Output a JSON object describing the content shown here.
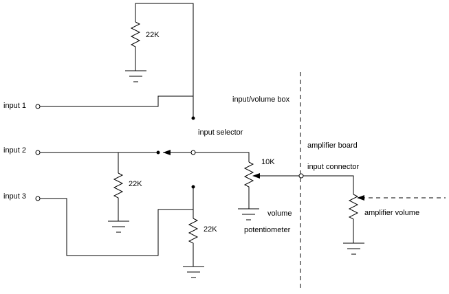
{
  "labels": {
    "input_1": "input 1",
    "input_2": "input 2",
    "input_3": "input 3",
    "resistor_top": "22K",
    "resistor_mid": "22K",
    "resistor_bottom": "22K",
    "input_volume_box": "input/volume box",
    "input_selector": "input selector",
    "amplifier_board": "amplifier board",
    "pot_value": "10K",
    "input_connector": "input connector",
    "volume": "volume",
    "potentiometer": "potentiometer",
    "amplifier_volume": "amplifier volume"
  },
  "colors": {
    "line": "#000000",
    "background": "#ffffff"
  }
}
